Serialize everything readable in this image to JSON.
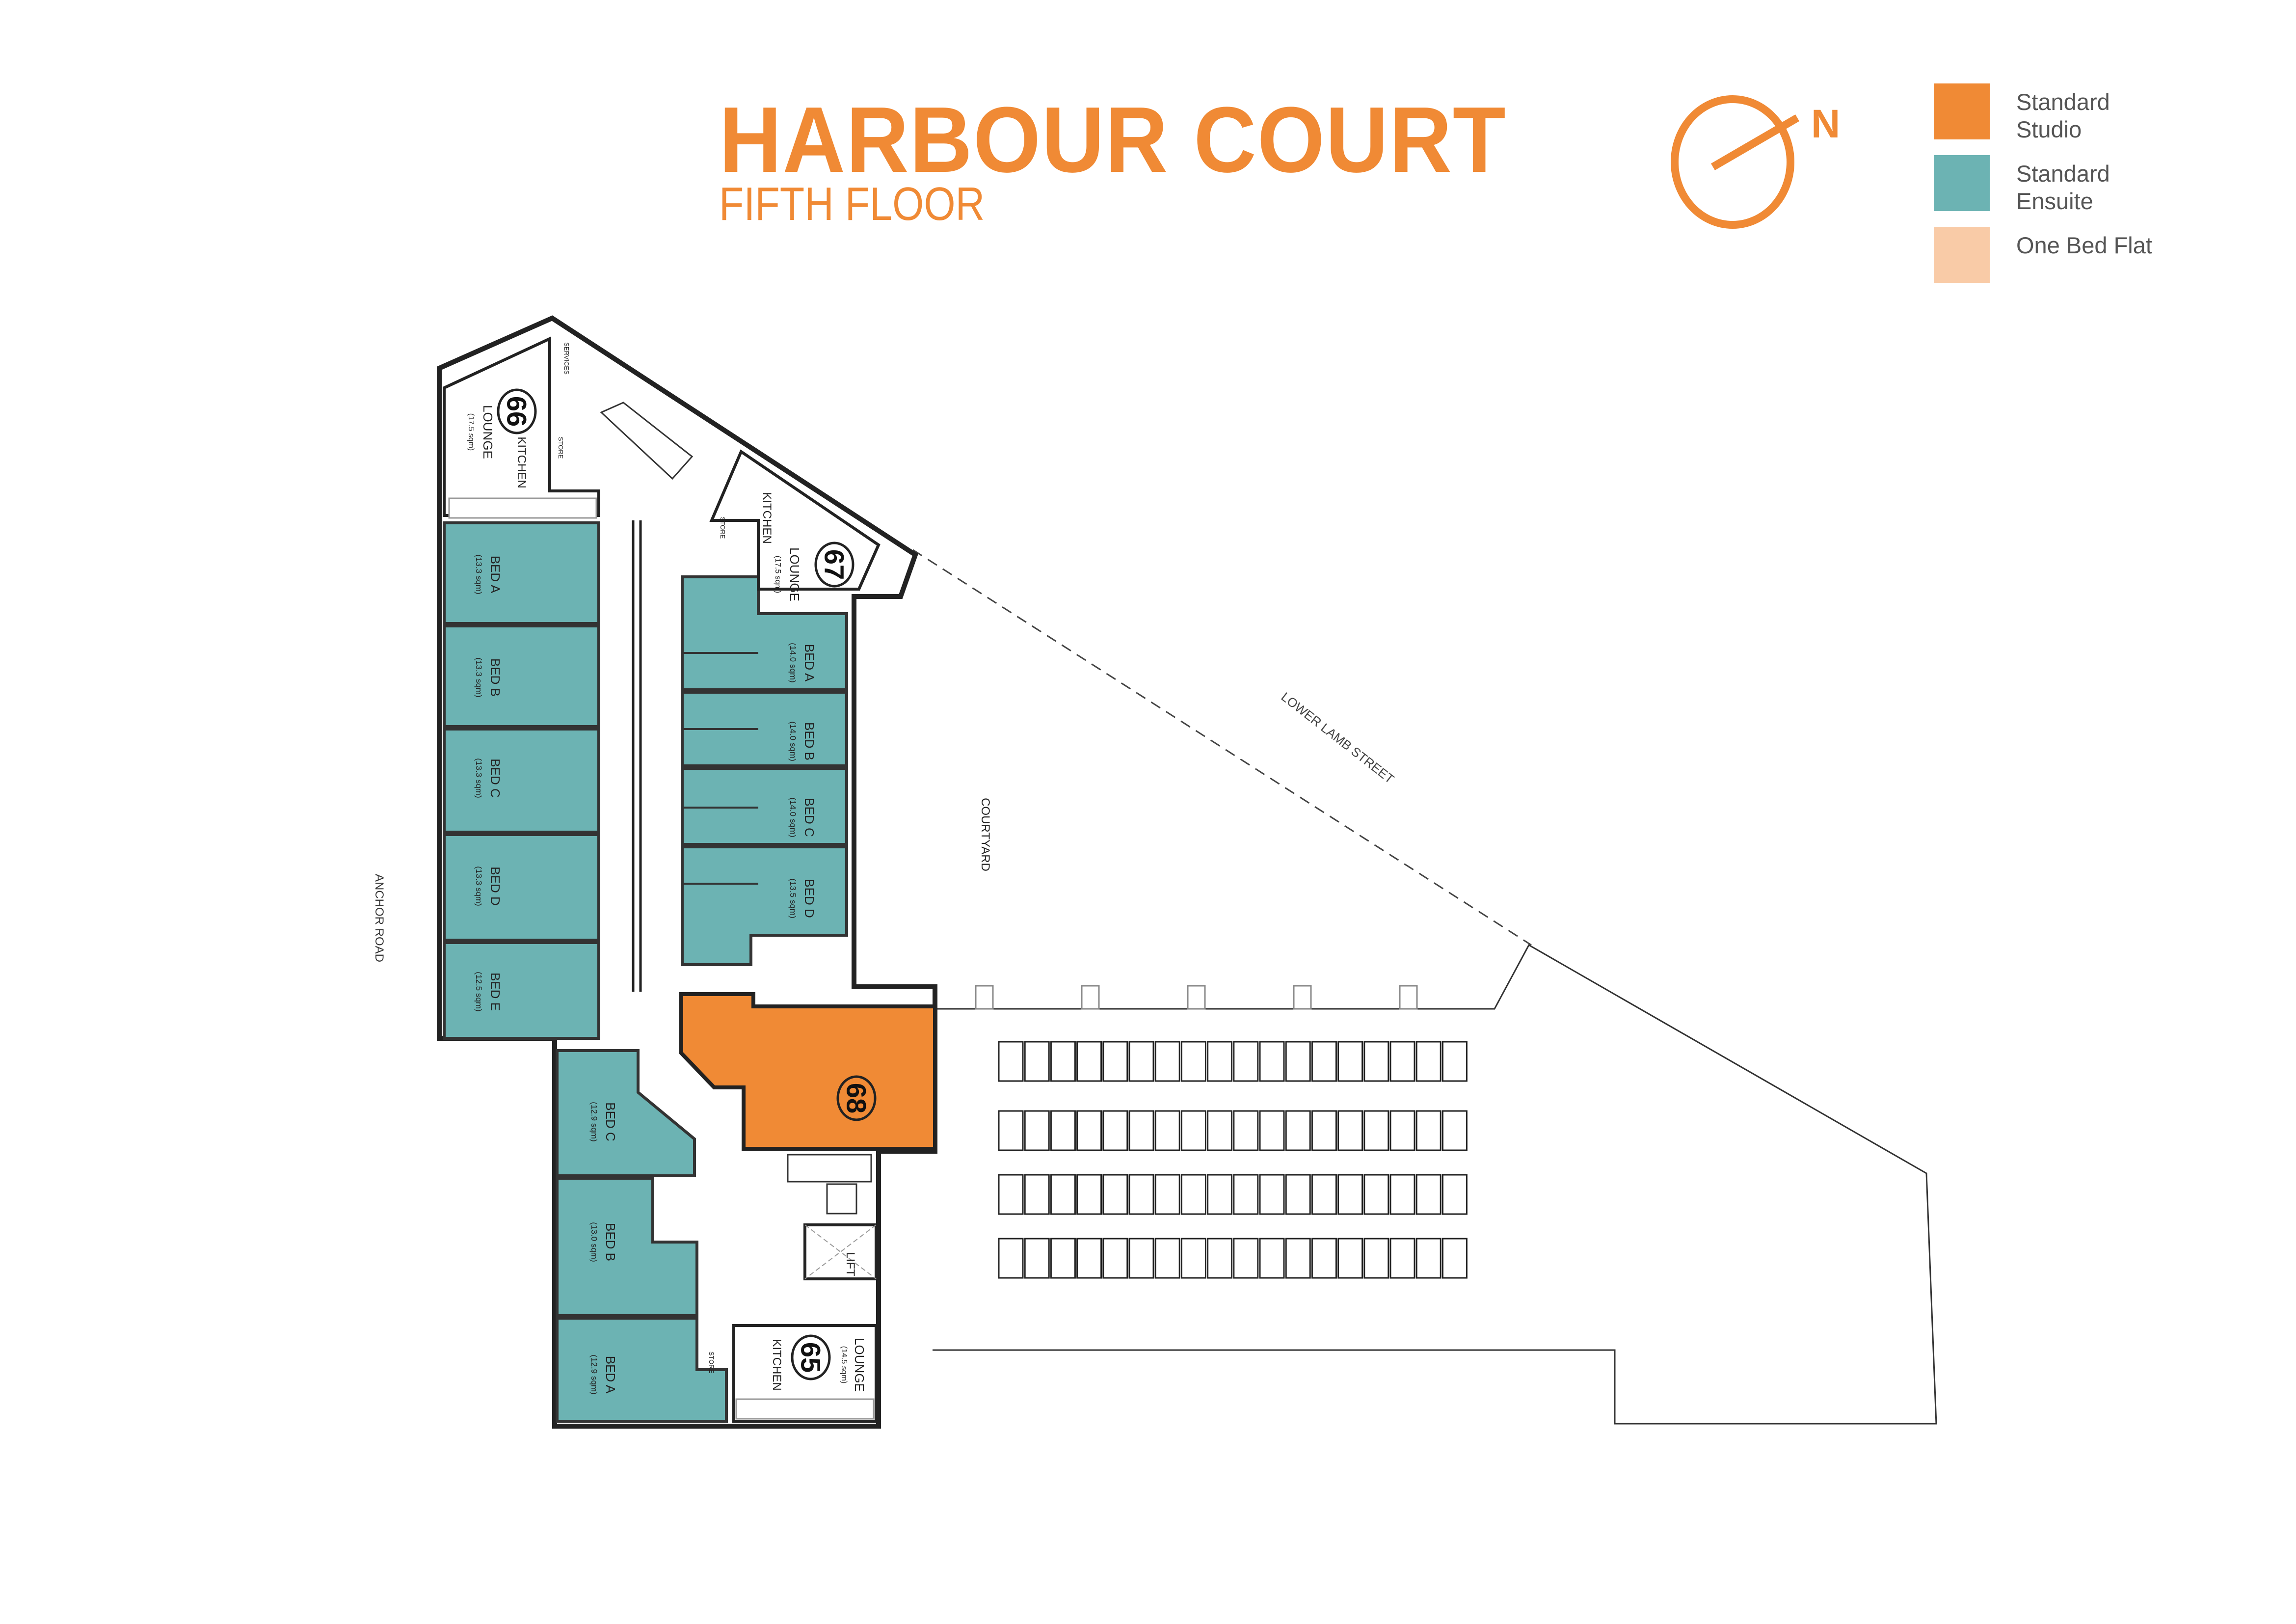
{
  "header": {
    "title": "HARBOUR COURT",
    "subtitle": "FIFTH FLOOR"
  },
  "compass": {
    "label": "N",
    "icon": "north-arrow-icon"
  },
  "legend": {
    "items": [
      {
        "label": "Standard Studio",
        "color": "#f08a35"
      },
      {
        "label": "Standard Ensuite",
        "color": "#6cb3b3"
      },
      {
        "label": "One Bed Flat",
        "color": "#f9cba7"
      }
    ]
  },
  "colors": {
    "accent": "#f08a35",
    "ensuite": "#6cb3b3",
    "studio": "#f08a35",
    "one_bed": "#f9cba7",
    "wall": "#222222",
    "label_text": "#555555"
  },
  "streets": {
    "anchor_road": "ANCHOR ROAD",
    "lower_lamb_street": "LOWER LAMB STREET",
    "courtyard": "COURTYARD"
  },
  "flats": {
    "f66": {
      "number": "66",
      "lounge": "LOUNGE",
      "lounge_area": "(17.5 sqm)",
      "kitchen": "KITCHEN",
      "services": "SERVICES",
      "store": "STORE",
      "rooms": [
        {
          "name": "BED A",
          "area": "(13.3 sqm)"
        },
        {
          "name": "BED B",
          "area": "(13.3 sqm)"
        },
        {
          "name": "BED C",
          "area": "(13.3 sqm)"
        },
        {
          "name": "BED D",
          "area": "(13.3 sqm)"
        },
        {
          "name": "BED E",
          "area": "(12.5 sqm)"
        }
      ]
    },
    "f67": {
      "number": "67",
      "lounge": "LOUNGE",
      "lounge_area": "(17.5 sqm)",
      "kitchen": "KITCHEN",
      "store": "STORE",
      "rooms": [
        {
          "name": "BED A",
          "area": "(14.0 sqm)"
        },
        {
          "name": "BED B",
          "area": "(14.0 sqm)"
        },
        {
          "name": "BED C",
          "area": "(14.0 sqm)"
        },
        {
          "name": "BED D",
          "area": "(13.5 sqm)"
        }
      ]
    },
    "f68": {
      "number": "68",
      "type": "Standard Studio"
    },
    "f65": {
      "number": "65",
      "lounge": "LOUNGE",
      "lounge_area": "(14.5 sqm)",
      "kitchen": "KITCHEN",
      "store": "STORE",
      "lift": "LIFT",
      "rooms": [
        {
          "name": "BED C",
          "area": "(12.9 sqm)"
        },
        {
          "name": "BED B",
          "area": "(13.0 sqm)"
        },
        {
          "name": "BED A",
          "area": "(12.9 sqm)"
        }
      ]
    }
  },
  "parking": {
    "rows": 4,
    "bays_per_row": 18
  }
}
